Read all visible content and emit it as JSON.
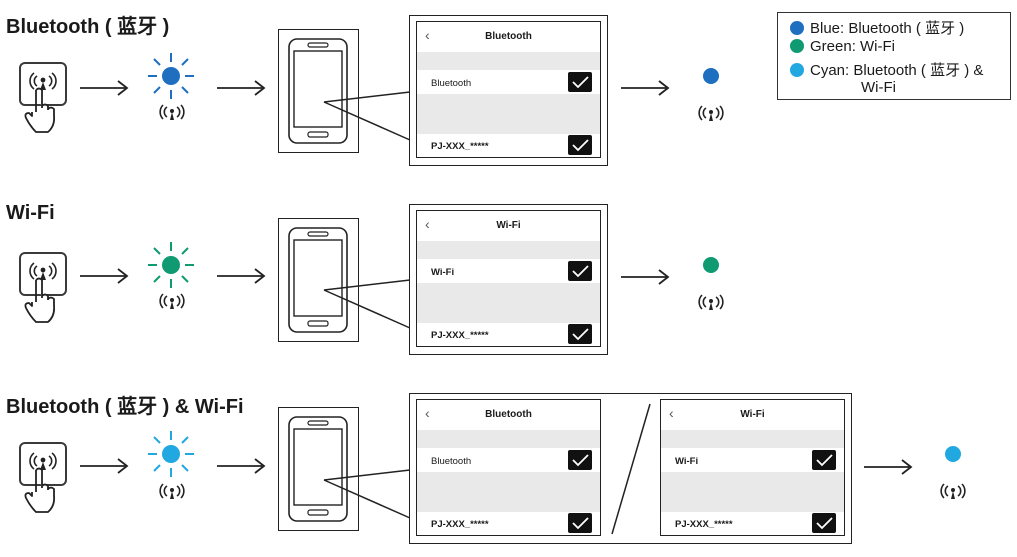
{
  "colors": {
    "blue": "#1e6fc0",
    "green": "#0f9a72",
    "cyan": "#22a8e0"
  },
  "legend": {
    "blue": "Blue: Bluetooth ( 蓝牙 )",
    "green": "Green: Wi-Fi",
    "cyan_line1": "Cyan: Bluetooth ( 蓝牙 ) &",
    "cyan_line2": "Wi-Fi"
  },
  "sections": {
    "bluetooth": {
      "title": "Bluetooth ( 蓝牙 )",
      "screen": {
        "header": "Bluetooth",
        "setting_label": "Bluetooth",
        "device_label": "PJ-XXX_*****"
      }
    },
    "wifi": {
      "title": "Wi-Fi",
      "screen": {
        "header": "Wi-Fi",
        "setting_label": "Wi-Fi",
        "device_label": "PJ-XXX_*****"
      }
    },
    "both": {
      "title": "Bluetooth ( 蓝牙 ) & Wi-Fi",
      "screen_bt": {
        "header": "Bluetooth",
        "setting_label": "Bluetooth",
        "device_label": "PJ-XXX_*****"
      },
      "screen_wifi": {
        "header": "Wi-Fi",
        "setting_label": "Wi-Fi",
        "device_label": "PJ-XXX_*****"
      }
    }
  },
  "icons": {
    "press_button": "wireless-button-press-icon",
    "blink": "blinking-led-icon",
    "signal": "wireless-signal-icon",
    "arrow": "right-arrow-icon",
    "phone": "smartphone-icon",
    "back": "chevron-left-icon",
    "check": "checkbox-checked-icon"
  }
}
